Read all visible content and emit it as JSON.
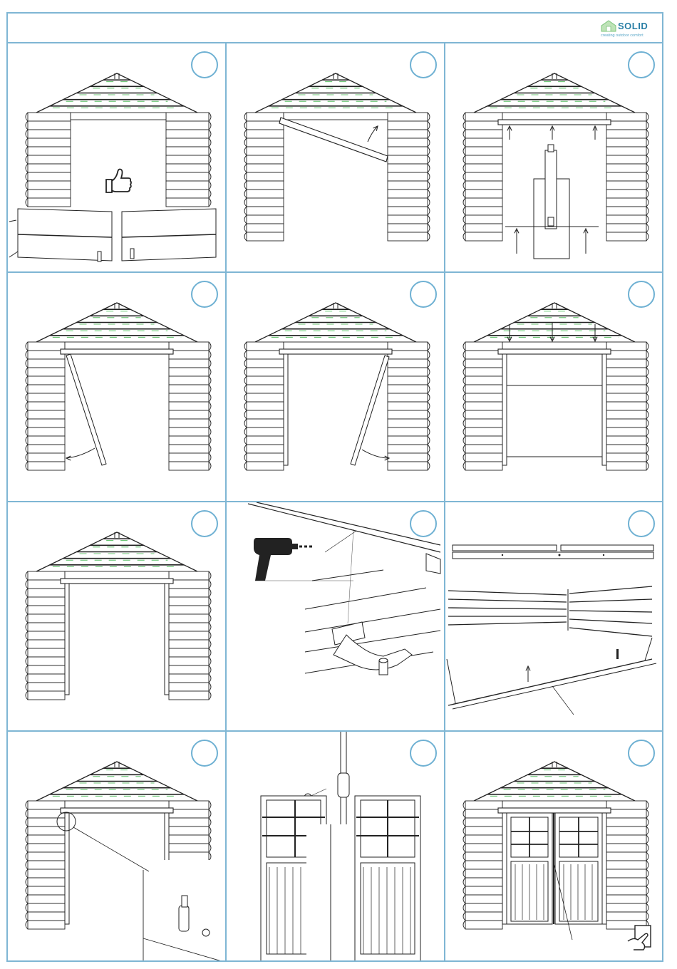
{
  "header": {
    "logo_word": "SOLID",
    "logo_tagline": "creating outdoor comfort",
    "logo_mark": "house-logo-icon"
  },
  "steps": [
    {
      "id": 1,
      "icons": [
        "thumbs-up-icon"
      ]
    },
    {
      "id": 2,
      "icons": [
        "curved-arrow-icon"
      ]
    },
    {
      "id": 3,
      "icons": [
        "arrow-up-icon"
      ]
    },
    {
      "id": 4,
      "icons": [
        "curved-arrow-icon"
      ]
    },
    {
      "id": 5,
      "icons": [
        "curved-arrow-icon"
      ]
    },
    {
      "id": 6,
      "icons": [
        "arrow-down-icon"
      ]
    },
    {
      "id": 7,
      "icons": []
    },
    {
      "id": 8,
      "icons": [
        "drill-icon"
      ]
    },
    {
      "id": 9,
      "icons": [
        "arrow-up-icon"
      ]
    },
    {
      "id": 10,
      "icons": [
        "magnifier-callout-icon"
      ]
    },
    {
      "id": 11,
      "icons": [
        "hinge-icon"
      ]
    },
    {
      "id": 12,
      "icons": [
        "hand-icon"
      ]
    }
  ],
  "colors": {
    "border": "#7fb6d4",
    "circle": "#6fb1d3",
    "accent_green": "#3db34a",
    "line": "#222222"
  }
}
